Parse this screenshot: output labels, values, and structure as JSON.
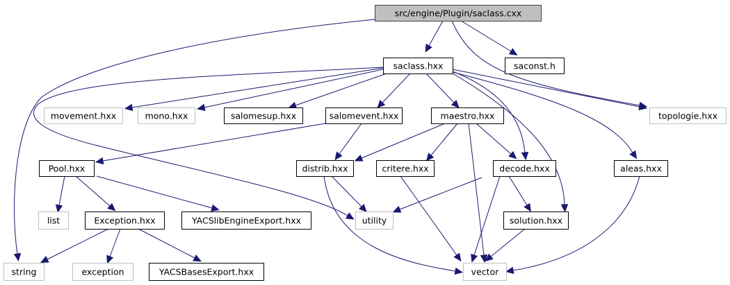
{
  "title": "src/engine/Plugin/saclass.cxx",
  "colors": {
    "edge": "#191970",
    "root_fill": "#bfbfbf",
    "root_border": "#404040",
    "documented_border": "#000000",
    "external_border": "#bfbfbf"
  },
  "nodes": [
    {
      "id": "saclass_cxx",
      "label": "src/engine/Plugin/saclass.cxx",
      "kind": "root"
    },
    {
      "id": "saclass_hxx",
      "label": "saclass.hxx",
      "kind": "documented"
    },
    {
      "id": "saconst_h",
      "label": "saconst.h",
      "kind": "documented"
    },
    {
      "id": "movement_hxx",
      "label": "movement.hxx",
      "kind": "external"
    },
    {
      "id": "mono_hxx",
      "label": "mono.hxx",
      "kind": "external"
    },
    {
      "id": "salomesup_hxx",
      "label": "salomesup.hxx",
      "kind": "documented"
    },
    {
      "id": "salomevent_hxx",
      "label": "salomevent.hxx",
      "kind": "documented"
    },
    {
      "id": "maestro_hxx",
      "label": "maestro.hxx",
      "kind": "documented"
    },
    {
      "id": "topologie_hxx",
      "label": "topologie.hxx",
      "kind": "external"
    },
    {
      "id": "pool_hxx",
      "label": "Pool.hxx",
      "kind": "documented"
    },
    {
      "id": "distrib_hxx",
      "label": "distrib.hxx",
      "kind": "documented"
    },
    {
      "id": "critere_hxx",
      "label": "critere.hxx",
      "kind": "documented"
    },
    {
      "id": "decode_hxx",
      "label": "decode.hxx",
      "kind": "documented"
    },
    {
      "id": "aleas_hxx",
      "label": "aleas.hxx",
      "kind": "documented"
    },
    {
      "id": "list",
      "label": "list",
      "kind": "external"
    },
    {
      "id": "exception_hxx",
      "label": "Exception.hxx",
      "kind": "documented"
    },
    {
      "id": "yacslibengineexport_hxx",
      "label": "YACSlibEngineExport.hxx",
      "kind": "documented"
    },
    {
      "id": "utility",
      "label": "utility",
      "kind": "external"
    },
    {
      "id": "solution_hxx",
      "label": "solution.hxx",
      "kind": "documented"
    },
    {
      "id": "string",
      "label": "string",
      "kind": "external"
    },
    {
      "id": "exception",
      "label": "exception",
      "kind": "external"
    },
    {
      "id": "yacsbasesexport_hxx",
      "label": "YACSBasesExport.hxx",
      "kind": "documented"
    },
    {
      "id": "vector",
      "label": "vector",
      "kind": "external"
    }
  ],
  "edges": [
    {
      "from": "saclass_cxx",
      "to": "saclass_hxx"
    },
    {
      "from": "saclass_cxx",
      "to": "saconst_h"
    },
    {
      "from": "saclass_cxx",
      "to": "topologie_hxx"
    },
    {
      "from": "saclass_cxx",
      "to": "string"
    },
    {
      "from": "saclass_hxx",
      "to": "movement_hxx"
    },
    {
      "from": "saclass_hxx",
      "to": "mono_hxx"
    },
    {
      "from": "saclass_hxx",
      "to": "salomesup_hxx"
    },
    {
      "from": "saclass_hxx",
      "to": "salomevent_hxx"
    },
    {
      "from": "saclass_hxx",
      "to": "maestro_hxx"
    },
    {
      "from": "saclass_hxx",
      "to": "topologie_hxx"
    },
    {
      "from": "saclass_hxx",
      "to": "decode_hxx"
    },
    {
      "from": "saclass_hxx",
      "to": "aleas_hxx"
    },
    {
      "from": "saclass_hxx",
      "to": "solution_hxx"
    },
    {
      "from": "saclass_hxx",
      "to": "utility"
    },
    {
      "from": "salomevent_hxx",
      "to": "pool_hxx"
    },
    {
      "from": "salomevent_hxx",
      "to": "distrib_hxx"
    },
    {
      "from": "maestro_hxx",
      "to": "distrib_hxx"
    },
    {
      "from": "maestro_hxx",
      "to": "critere_hxx"
    },
    {
      "from": "maestro_hxx",
      "to": "decode_hxx"
    },
    {
      "from": "maestro_hxx",
      "to": "vector"
    },
    {
      "from": "pool_hxx",
      "to": "list"
    },
    {
      "from": "pool_hxx",
      "to": "exception_hxx"
    },
    {
      "from": "pool_hxx",
      "to": "yacslibengineexport_hxx"
    },
    {
      "from": "distrib_hxx",
      "to": "utility"
    },
    {
      "from": "distrib_hxx",
      "to": "vector"
    },
    {
      "from": "critere_hxx",
      "to": "vector"
    },
    {
      "from": "decode_hxx",
      "to": "utility"
    },
    {
      "from": "decode_hxx",
      "to": "vector"
    },
    {
      "from": "decode_hxx",
      "to": "solution_hxx"
    },
    {
      "from": "aleas_hxx",
      "to": "vector"
    },
    {
      "from": "solution_hxx",
      "to": "vector"
    },
    {
      "from": "exception_hxx",
      "to": "string"
    },
    {
      "from": "exception_hxx",
      "to": "exception"
    },
    {
      "from": "exception_hxx",
      "to": "yacsbasesexport_hxx"
    }
  ]
}
